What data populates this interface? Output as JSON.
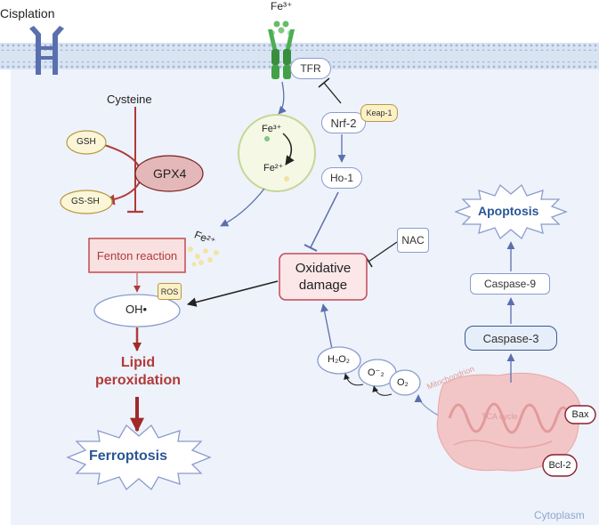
{
  "labels": {
    "cisplation": "Cisplation",
    "fe3_top": "Fe³⁺",
    "tfr": "TFR",
    "nrf2": "Nrf-2",
    "keap1": "Keap-1",
    "ho1": "Ho-1",
    "cysteine": "Cysteine",
    "gsh": "GSH",
    "gssh": "GS-SH",
    "gpx4": "GPX4",
    "fe3_ves": "Fe³⁺",
    "fe2_ves": "Fe²⁺",
    "fe2_free": "Fe²⁺",
    "fenton": "Fenton reaction",
    "ros": "ROS",
    "oh": "OH•",
    "lipid_peroxidation": "Lipid\nperoxidation",
    "ferroptosis": "Ferroptosis",
    "nac": "NAC",
    "oxidative_damage": "Oxidative\ndamage",
    "apoptosis": "Apoptosis",
    "caspase9": "Caspase-9",
    "caspase3": "Caspase-3",
    "h2o2": "H₂O₂",
    "o2minus": "O⁻₂",
    "o2": "O₂",
    "mitochondrion": "Mitochondrion",
    "tca": "TCA cycle",
    "bax": "Bax",
    "bcl2": "Bcl-2",
    "cytoplasm": "Cytoplasm"
  },
  "colors": {
    "membrane": "#c5d6ec",
    "membrane_dot": "#9fb6d6",
    "cytoplasm": "#eef2fa",
    "blue_arrow": "#5a6fae",
    "red": "#b03a3a",
    "dark_red": "#a02a2a",
    "navy": "#2a5696",
    "green": "#4caf50"
  }
}
